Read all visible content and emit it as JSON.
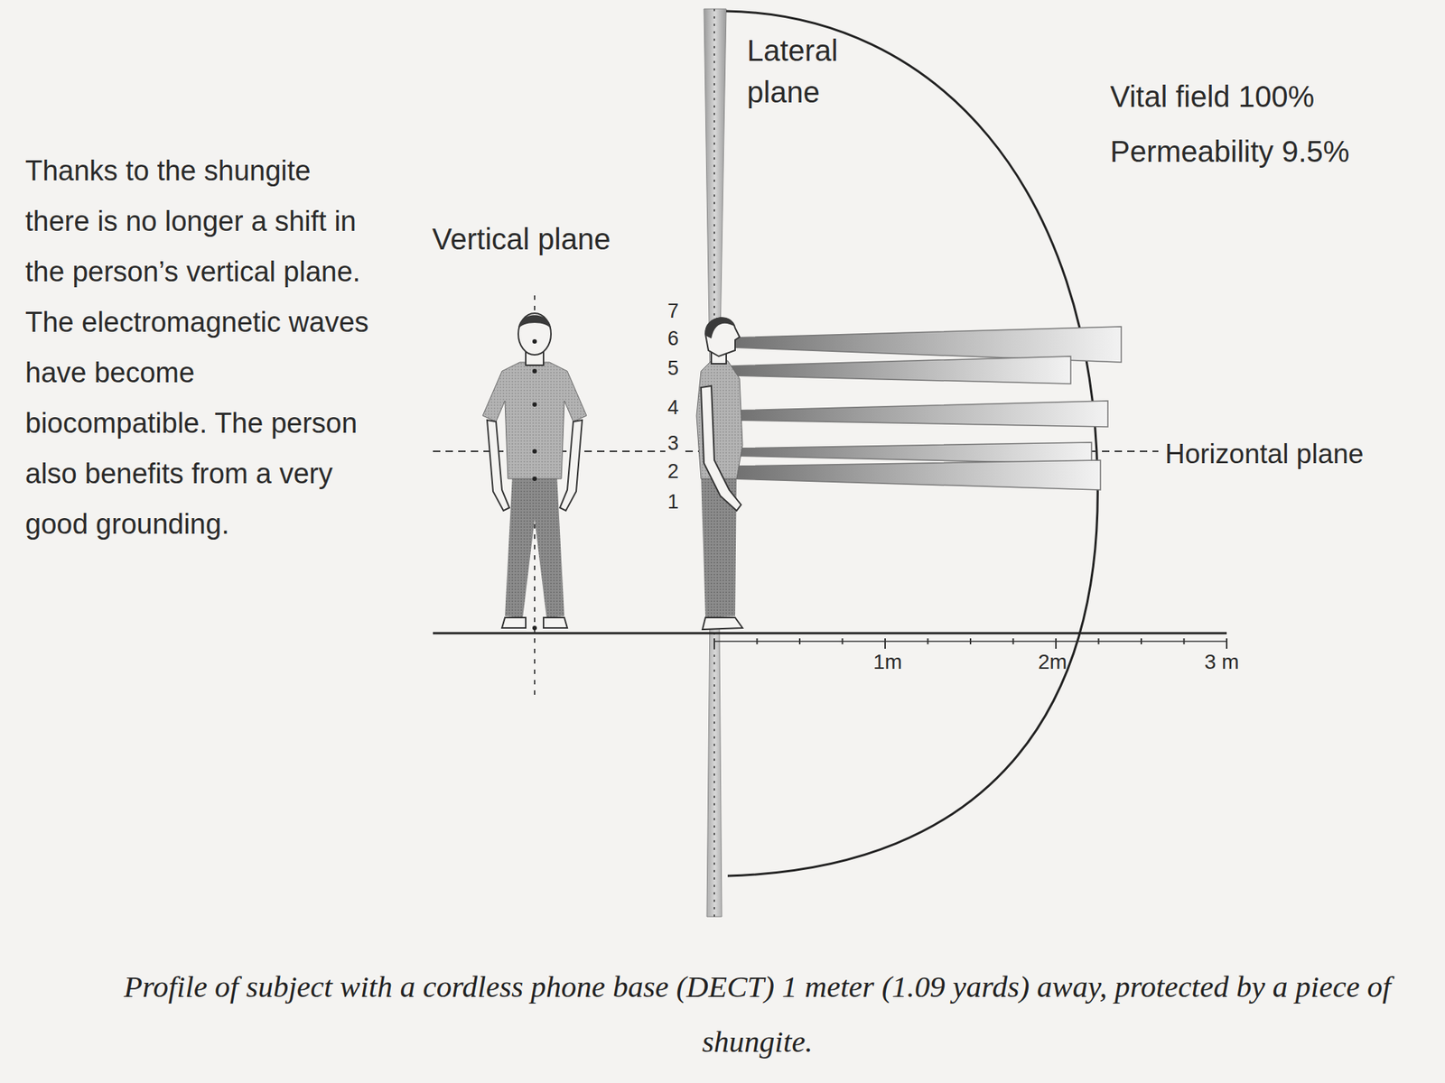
{
  "diagram": {
    "caption": "Profile of subject with a cordless phone base (DECT) 1 meter (1.09 yards) away, protected by a piece of shungite.",
    "labels": [
      "Thanks to the shungite there is no longer a shift in the person’s vertical plane. The electromagnetic waves have become biocompatible. The person also benefits from a very good grounding.",
      "Lateral plane",
      "Vertical plane",
      "Vital field 100%",
      "Permeability 9.5%",
      "Horizontal plane",
      "7",
      "6",
      "5",
      "4",
      "3",
      "2",
      "1",
      "1m",
      "2m",
      "3 m"
    ]
  }
}
